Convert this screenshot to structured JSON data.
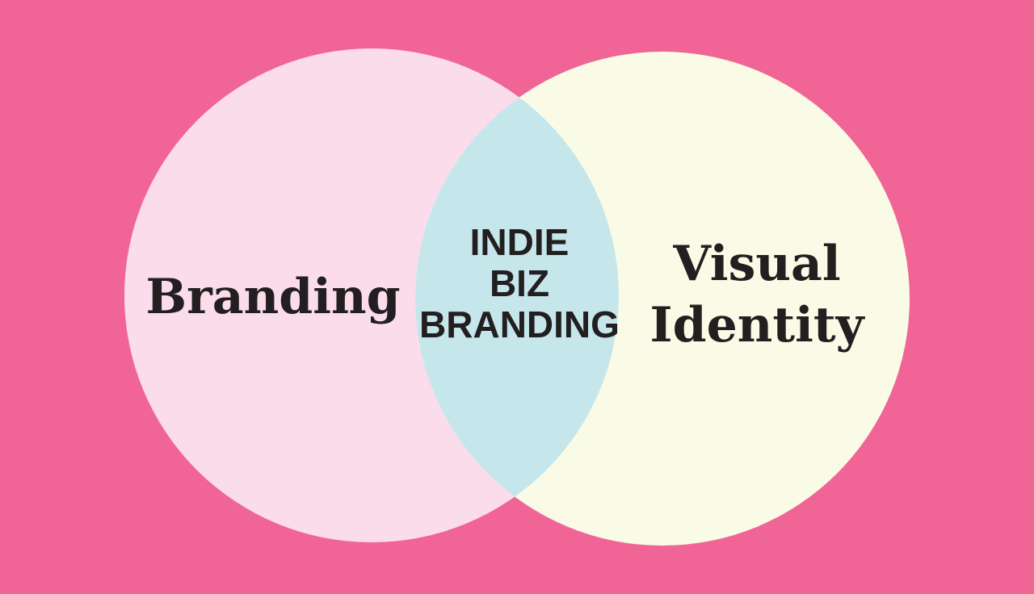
{
  "colors": {
    "background": "#f06596",
    "left_circle": "#fadceb",
    "right_circle": "#fafbe6",
    "overlap": "#c5e7ec",
    "text": "#231f20"
  },
  "diagram": {
    "left_circle": {
      "label": "Branding"
    },
    "right_circle": {
      "label_lines": [
        "Visual",
        "Identity"
      ]
    },
    "overlap": {
      "label_lines": [
        "INDIE",
        "BIZ",
        "BRANDING"
      ]
    }
  }
}
